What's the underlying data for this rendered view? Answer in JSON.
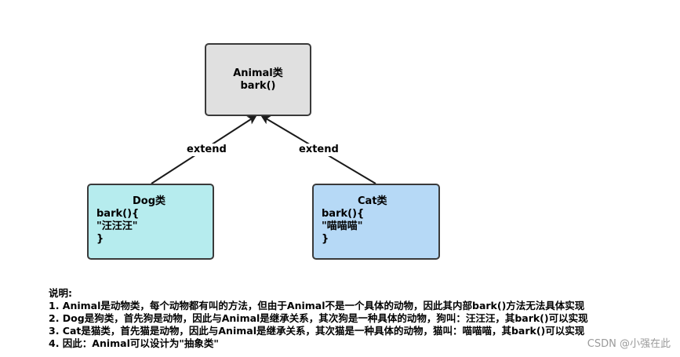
{
  "diagram": {
    "animal": {
      "title": "Animal类",
      "method": "bark()"
    },
    "dog": {
      "title": "Dog类",
      "lines": [
        "bark(){",
        "\"汪汪汪\"",
        "}"
      ]
    },
    "cat": {
      "title": "Cat类",
      "lines": [
        "bark(){",
        "\"喵喵喵\"",
        "}"
      ]
    },
    "edges": [
      {
        "label": "extend"
      },
      {
        "label": "extend"
      }
    ]
  },
  "notes": {
    "heading": "说明:",
    "items": [
      "1. Animal是动物类，每个动物都有叫的方法，但由于Animal不是一个具体的动物，因此其内部bark()方法无法具体实现",
      "2. Dog是狗类，首先狗是动物，因此与Animal是继承关系，其次狗是一种具体的动物，狗叫：汪汪汪，其bark()可以实现",
      "3. Cat是猫类，首先猫是动物，因此与Animal是继承关系，其次猫是一种具体的动物，猫叫：喵喵喵，其bark()可以实现",
      "4. 因此：Animal可以设计为\"抽象类\""
    ]
  },
  "watermark": "CSDN @小强在此",
  "colors": {
    "animal_fill": "#e0e0e0",
    "dog_fill": "#b6ecee",
    "cat_fill": "#b6d9f6",
    "border": "#3a3a3a"
  }
}
